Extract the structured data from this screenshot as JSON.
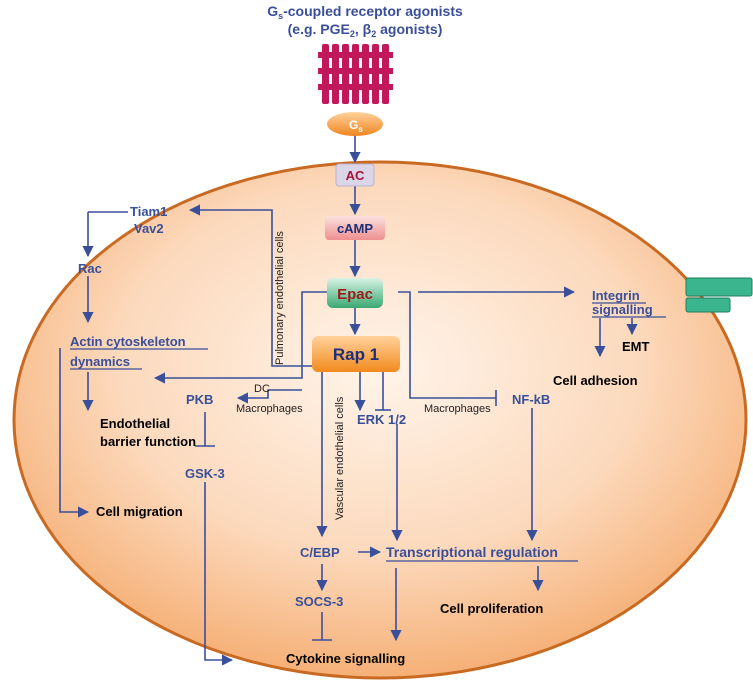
{
  "title": {
    "line1_sub": "s",
    "line1_rest": "-coupled receptor agonists",
    "line1_g": "G",
    "line2_a": "(e.g. PGE",
    "line2_sub1": "2",
    "line2_b": ", β",
    "line2_sub2": "2",
    "line2_c": " agonists)"
  },
  "nodes": {
    "gs_g": "G",
    "gs_s": "s",
    "ac": "AC",
    "camp": "cAMP",
    "epac": "Epac",
    "rap1": "Rap 1",
    "tiam1": "Tiam1",
    "vav2": "Vav2",
    "rac": "Rac",
    "actin1": "Actin cytoskeleton",
    "actin2": "dynamics",
    "endo1": "Endothelial",
    "endo2": "barrier function",
    "pkb": "PKB",
    "gsk3": "GSK-3",
    "cell_migration": "Cell migration",
    "integrin1": "Integrin",
    "integrin2": "signalling",
    "emt": "EMT",
    "cell_adhesion": "Cell adhesion",
    "nfkb": "NF-kB",
    "erk": "ERK 1/2",
    "cebp": "C/EBP",
    "transcriptional": "Transcriptional regulation",
    "socs3": "SOCS-3",
    "cell_proliferation": "Cell proliferation",
    "cytokine": "Cytokine signalling"
  },
  "labels": {
    "pulmonary": "Pulmonary endothelial cells",
    "vascular": "Vascular endothelial cells",
    "dc": "DC",
    "macrophages_left": "Macrophages",
    "macrophages_right": "Macrophages"
  },
  "colors": {
    "cell_outer": "#f4b07a",
    "cell_inner": "#fde6d2",
    "receptor": "#c2185b",
    "arrow": "#3a4f9a",
    "integrin_box": "#3bb58d",
    "epac_fill": "#5dbf8f",
    "rap_fill": "#f79a3e",
    "camp_fill": "#f4a7a7",
    "ac_fill": "#d9d6e6"
  }
}
